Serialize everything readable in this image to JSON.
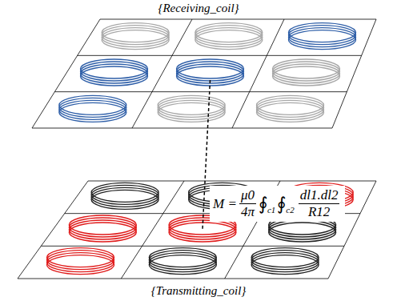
{
  "diagram": {
    "labels": [
      "{Receiving_coil}",
      "{Transmitting_coil}",
      "M =",
      "μ0",
      "4π",
      "∮",
      "c1",
      "∮",
      "c2",
      "dl1.dl2",
      "R12"
    ]
  }
}
